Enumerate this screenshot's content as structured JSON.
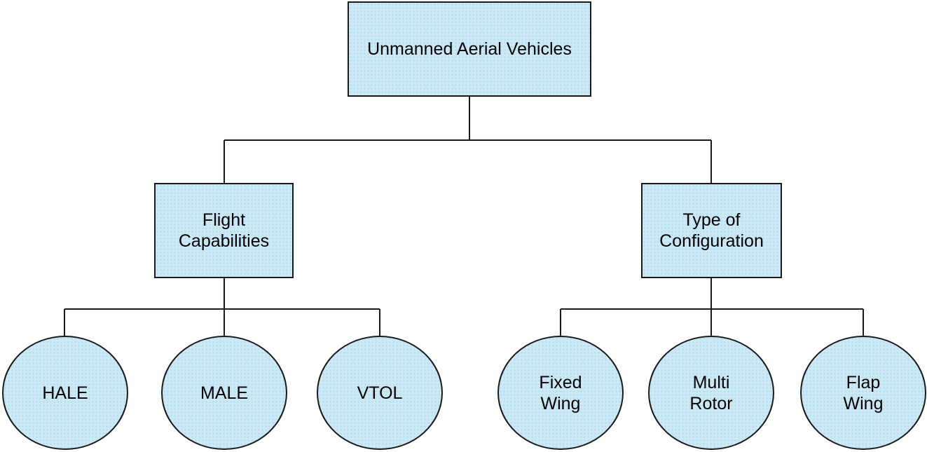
{
  "colors": {
    "background": "#ffffff",
    "node_fill": "#cbe9f6",
    "node_border": "#1a1a1a",
    "text": "#000000"
  },
  "nodes": {
    "root": {
      "label": "Unmanned Aerial Vehicles",
      "shape": "rectangle"
    },
    "flight": {
      "label": "Flight\nCapabilities",
      "shape": "rectangle"
    },
    "config": {
      "label": "Type of\nConfiguration",
      "shape": "rectangle"
    },
    "hale": {
      "label": "HALE",
      "shape": "circle"
    },
    "male": {
      "label": "MALE",
      "shape": "circle"
    },
    "vtol": {
      "label": "VTOL",
      "shape": "circle"
    },
    "fixed_wing": {
      "label": "Fixed\nWing",
      "shape": "circle"
    },
    "multi_rotor": {
      "label": "Multi\nRotor",
      "shape": "circle"
    },
    "flap_wing": {
      "label": "Flap\nWing",
      "shape": "circle"
    }
  },
  "edges": [
    [
      "root",
      "flight"
    ],
    [
      "root",
      "config"
    ],
    [
      "flight",
      "hale"
    ],
    [
      "flight",
      "male"
    ],
    [
      "flight",
      "vtol"
    ],
    [
      "config",
      "fixed_wing"
    ],
    [
      "config",
      "multi_rotor"
    ],
    [
      "config",
      "flap_wing"
    ]
  ]
}
